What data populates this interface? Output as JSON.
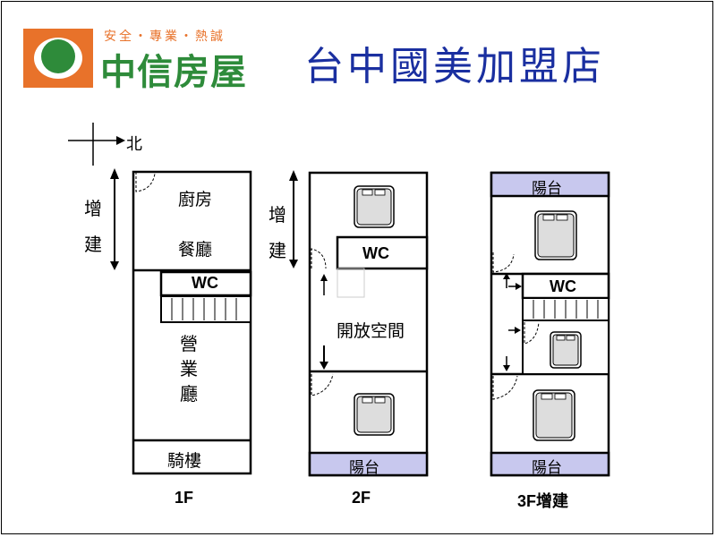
{
  "header": {
    "brand_tagline": "安全・專業・熱誠",
    "brand_name": "中信房屋",
    "store_name": "台中國美加盟店"
  },
  "compass": {
    "north_label": "北"
  },
  "floors": [
    {
      "label": "1F",
      "extension_label": "增建",
      "rooms": {
        "kitchen": "廚房",
        "dining": "餐廳",
        "wc": "WC",
        "business_hall": "營業廳",
        "arcade": "騎樓"
      }
    },
    {
      "label": "2F",
      "extension_label": "增建",
      "rooms": {
        "wc": "WC",
        "open_space": "開放空間",
        "balcony": "陽台"
      }
    },
    {
      "label": "3F增建",
      "rooms": {
        "balcony_top": "陽台",
        "wc": "WC",
        "balcony_bottom": "陽台"
      }
    }
  ],
  "colors": {
    "brand_orange": "#e8722a",
    "brand_green": "#2e8b3a",
    "store_blue": "#1a2fa0",
    "balcony_fill": "#c8c8ee"
  }
}
